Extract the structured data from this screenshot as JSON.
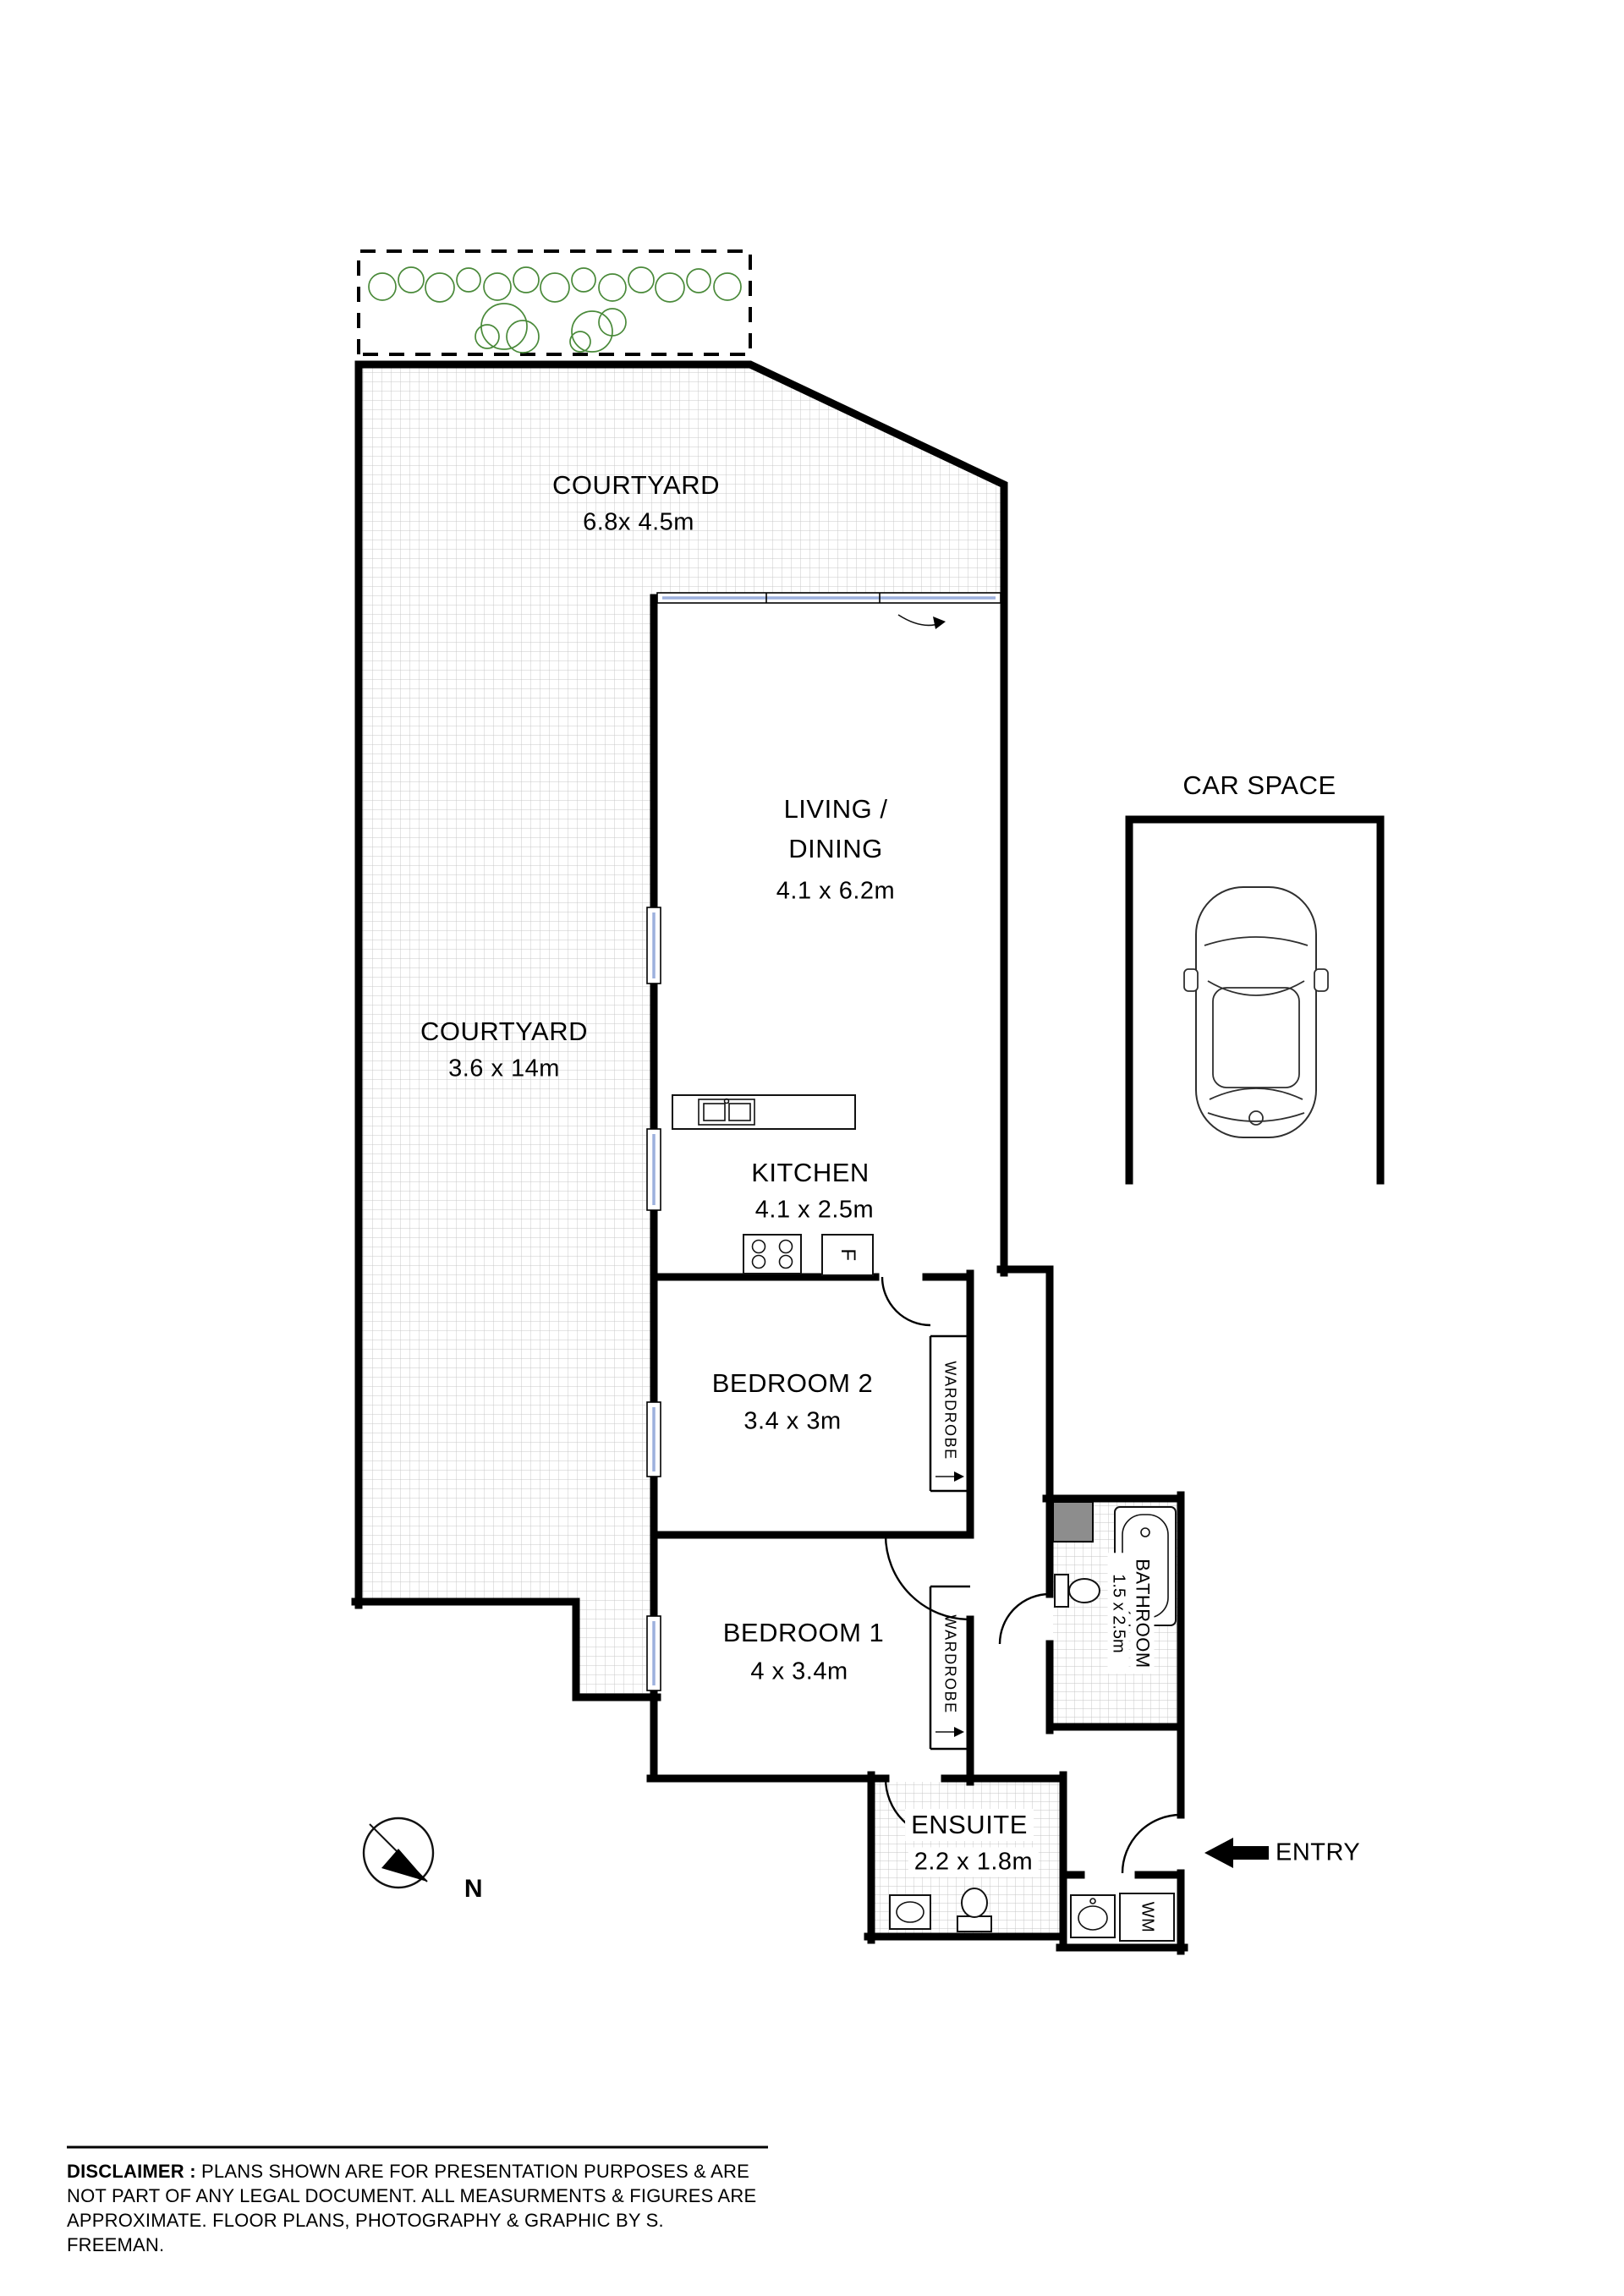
{
  "rooms": {
    "courtyard_top": {
      "name": "COURTYARD",
      "dims": "6.8x 4.5m"
    },
    "courtyard_left": {
      "name": "COURTYARD",
      "dims": "3.6 x 14m"
    },
    "living": {
      "name_line1": "LIVING /",
      "name_line2": "DINING",
      "dims": "4.1 x 6.2m"
    },
    "kitchen": {
      "name": "KITCHEN",
      "dims": "4.1 x 2.5m"
    },
    "bedroom2": {
      "name": "BEDROOM 2",
      "dims": "3.4 x 3m"
    },
    "bedroom1": {
      "name": "BEDROOM 1",
      "dims": "4 x 3.4m"
    },
    "bathroom": {
      "name": "BATHROOM",
      "dims": "1.5 x 2.5m"
    },
    "ensuite": {
      "name": "ENSUITE",
      "dims": "2.2 x 1.8m"
    },
    "car_space": {
      "name": "CAR SPACE"
    }
  },
  "fixtures": {
    "wardrobe": "WARDROBE",
    "washing_machine": "WM",
    "fridge": "F"
  },
  "annotations": {
    "entry": "ENTRY",
    "north": "N"
  },
  "disclaimer": {
    "label": "DISCLAIMER :",
    "text": "PLANS SHOWN ARE FOR PRESENTATION PURPOSES & ARE NOT PART OF ANY LEGAL DOCUMENT. ALL MEASURMENTS & FIGURES ARE APPROXIMATE. FLOOR PLANS, PHOTOGRAPHY & GRAPHIC BY S. FREEMAN."
  },
  "colors": {
    "wall": "#000000",
    "hatch": "#c9c9c9",
    "window": "#9db1dd",
    "shrub": "#4a8a3a"
  }
}
